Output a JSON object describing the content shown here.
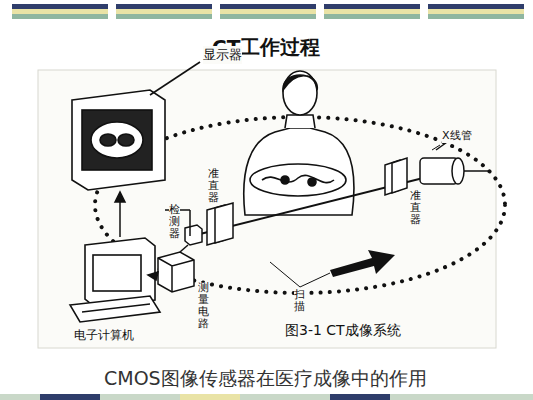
{
  "diagram": {
    "title": "CT工作过程",
    "caption": "图3-1 CT成像系统",
    "labels": [
      "显示器",
      "X线管",
      "准直器",
      "准直器",
      "检测器",
      "测量电路",
      "电子计算机",
      "扫描",
      "CMOS图像传感器在医疗成像中的作用"
    ]
  }
}
